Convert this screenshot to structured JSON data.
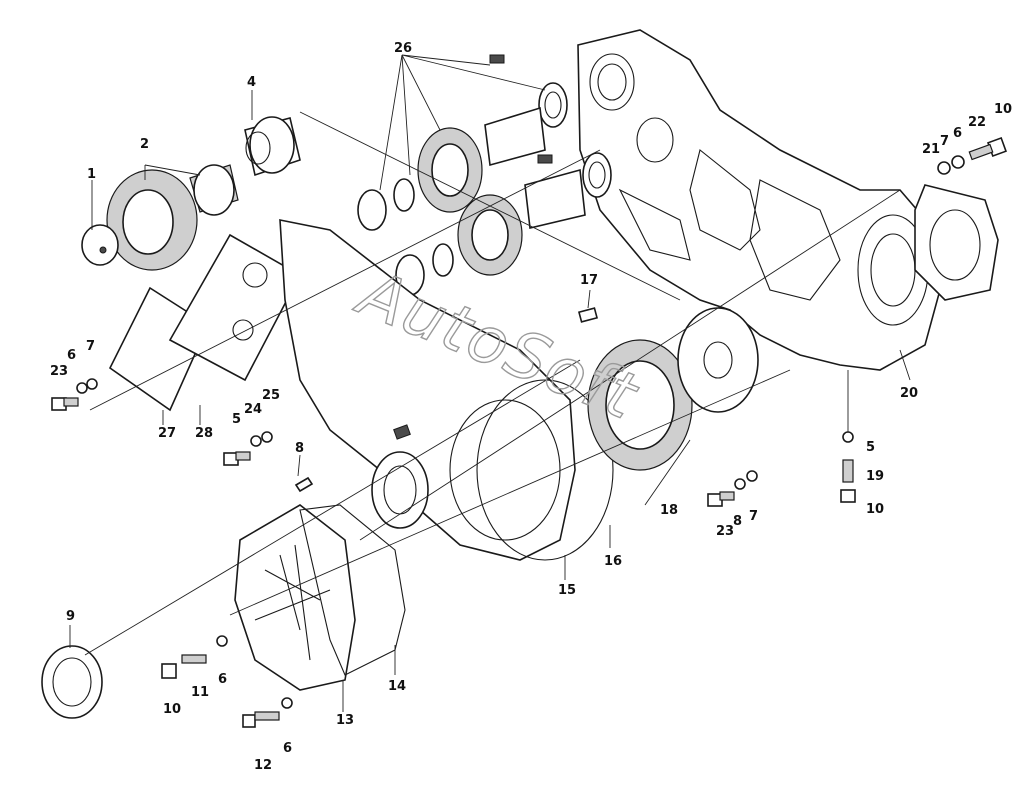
{
  "watermark": "AutoSoft",
  "callouts": [
    {
      "id": "c26",
      "label": "26"
    },
    {
      "id": "c4",
      "label": "4"
    },
    {
      "id": "c2",
      "label": "2"
    },
    {
      "id": "c1",
      "label": "1"
    },
    {
      "id": "c21",
      "label": "21"
    },
    {
      "id": "c7a",
      "label": "7"
    },
    {
      "id": "c6a",
      "label": "6"
    },
    {
      "id": "c22",
      "label": "22"
    },
    {
      "id": "c10a",
      "label": "10"
    },
    {
      "id": "c17",
      "label": "17"
    },
    {
      "id": "c23a",
      "label": "23"
    },
    {
      "id": "c6b",
      "label": "6"
    },
    {
      "id": "c7b",
      "label": "7"
    },
    {
      "id": "c5a",
      "label": "5"
    },
    {
      "id": "c24",
      "label": "24"
    },
    {
      "id": "c25",
      "label": "25"
    },
    {
      "id": "c28",
      "label": "28"
    },
    {
      "id": "c27",
      "label": "27"
    },
    {
      "id": "c8a",
      "label": "8"
    },
    {
      "id": "c20",
      "label": "20"
    },
    {
      "id": "c5b",
      "label": "5"
    },
    {
      "id": "c19",
      "label": "19"
    },
    {
      "id": "c10b",
      "label": "10"
    },
    {
      "id": "c18",
      "label": "18"
    },
    {
      "id": "c23b",
      "label": "23"
    },
    {
      "id": "c8b",
      "label": "8"
    },
    {
      "id": "c7c",
      "label": "7"
    },
    {
      "id": "c16",
      "label": "16"
    },
    {
      "id": "c15",
      "label": "15"
    },
    {
      "id": "c9",
      "label": "9"
    },
    {
      "id": "c14",
      "label": "14"
    },
    {
      "id": "c13",
      "label": "13"
    },
    {
      "id": "c10c",
      "label": "10"
    },
    {
      "id": "c11",
      "label": "11"
    },
    {
      "id": "c6c",
      "label": "6"
    },
    {
      "id": "c12",
      "label": "12"
    },
    {
      "id": "c6d",
      "label": "6"
    }
  ]
}
